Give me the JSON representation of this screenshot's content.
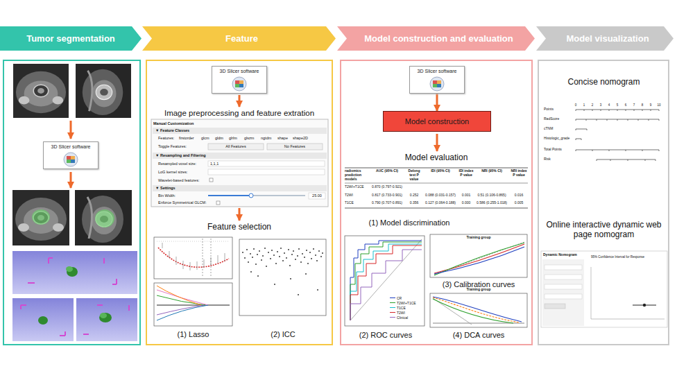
{
  "diagram": {
    "nodes": [
      {
        "text": [
          "Tumor segmentation"
        ]
      },
      {
        "text": [
          "3D Slicer software"
        ],
        "in": 0
      },
      {
        "text": [
          "Feature"
        ]
      },
      {
        "text": [
          "3D Slicer software"
        ],
        "in": 2
      },
      {
        "text": [
          "Model construction and evaluation"
        ]
      },
      {
        "text": [
          "3D Slicer software"
        ],
        "in": 4
      },
      {
        "text": [
          "Model construction"
        ],
        "in": 4
      },
      {
        "text": [
          "Model visualization"
        ]
      }
    ],
    "edges": [
      {
        "from": 5,
        "to": 6,
        "arrow": "to"
      }
    ],
    "labels": [
      "Image preprocessing and feature extration",
      "Manual Customization",
      "▼ Feature Classes",
      "Features:",
      "firstorder",
      "glcm",
      "gldm",
      "glrlm",
      "glszm",
      "ngtdm",
      "shape",
      "shape2D",
      "Toggle Features:",
      "All Features",
      "No Features",
      "▼ Resampling and Filtering",
      "Resampled voxel size:",
      "1,1,1",
      "LoG kernel sizes:",
      "Wavelet-based features:",
      "▼ Settings",
      "Bin Width:",
      "25.00",
      "Enforce Symmetrical GLCM:",
      "Feature selection",
      "(1) Lasso",
      "(2) ICC",
      "Model evaluation",
      "radiomics prediction models",
      "AUC (95% CI)",
      "Delong test P value",
      "IDI (95% CI)",
      "IDI index P value",
      "NRI (95% CI)",
      "NRI index P value",
      "T2WI+T1CE",
      "0.870 (0.797-0.921)",
      "T2WI",
      "0.817 (0.733-0.901)",
      "0.252",
      "0.088 (0.031-0.157)",
      "0.001",
      "0.51 (0.106-0.865)",
      "0.016",
      "T1CE",
      "0.790 (0.707-0.891)",
      "0.356",
      "0.127 (0.064-0.188)",
      "0.000",
      "0.586 (0.255-1.018)",
      "0.005",
      "(1) Model discrimination",
      "(2) ROC curves",
      "Training group",
      "(3) Calibration curves",
      "Training group",
      "(4) DCA curves",
      "Concise nomogram",
      "Points",
      "RadScore",
      "cTNM",
      "Histologic_grade",
      "Total Points",
      "Risk",
      "0",
      "1",
      "2",
      "3",
      "4",
      "5",
      "6",
      "7",
      "8",
      "9",
      "10",
      "Online interactive dynamic web page nomogram",
      "Dynamic Nomogram",
      "95% Confidence Interval for Response"
    ],
    "legend": [
      {
        "text": "CR"
      },
      {
        "text": "T2WI+T1CE"
      },
      {
        "text": "T1CE"
      },
      {
        "text": "T2WI"
      },
      {
        "text": "Clinical"
      }
    ]
  }
}
